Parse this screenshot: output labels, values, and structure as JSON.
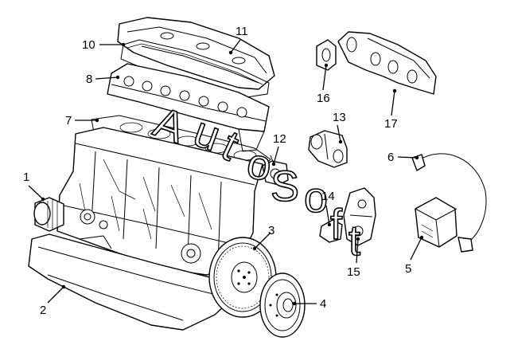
{
  "watermark": {
    "chars": [
      "A",
      "u",
      "t",
      "o",
      "S",
      "o",
      "f",
      "t"
    ]
  },
  "callouts": [
    {
      "id": "1",
      "label": "1"
    },
    {
      "id": "2",
      "label": "2"
    },
    {
      "id": "3",
      "label": "3"
    },
    {
      "id": "4",
      "label": "4"
    },
    {
      "id": "5",
      "label": "5"
    },
    {
      "id": "6",
      "label": "6"
    },
    {
      "id": "7",
      "label": "7"
    },
    {
      "id": "8",
      "label": "8"
    },
    {
      "id": "10",
      "label": "10"
    },
    {
      "id": "11",
      "label": "11"
    },
    {
      "id": "12",
      "label": "12"
    },
    {
      "id": "13",
      "label": "13"
    },
    {
      "id": "14",
      "label": "14"
    },
    {
      "id": "15",
      "label": "15"
    },
    {
      "id": "16",
      "label": "16"
    },
    {
      "id": "17",
      "label": "17"
    }
  ]
}
